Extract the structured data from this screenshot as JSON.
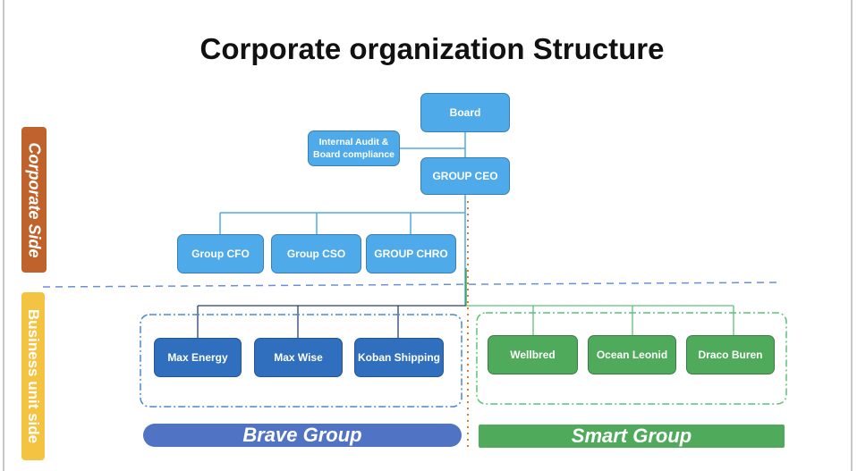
{
  "title": "Corporate organization Structure",
  "side_labels": {
    "corporate": "Corporate Side",
    "business": "Business unit side"
  },
  "corporate": {
    "board": "Board",
    "audit": "Internal Audit & Board compliance",
    "ceo": "GROUP CEO",
    "cfo": "Group CFO",
    "cso": "Group CSO",
    "chro": "GROUP CHRO"
  },
  "brave": {
    "name": "Brave Group",
    "units": [
      "Max Energy",
      "Max Wise",
      "Koban Shipping"
    ]
  },
  "smart": {
    "name": "Smart Group",
    "units": [
      "Wellbred",
      "Ocean Leonid",
      "Draco Buren"
    ]
  },
  "colors": {
    "light_blue": "#4eaae8",
    "dark_blue": "#2f6fbd",
    "green": "#4faa5c",
    "brown": "#c0622b",
    "yellow": "#f5c342",
    "banner_blue": "#5073c4"
  }
}
